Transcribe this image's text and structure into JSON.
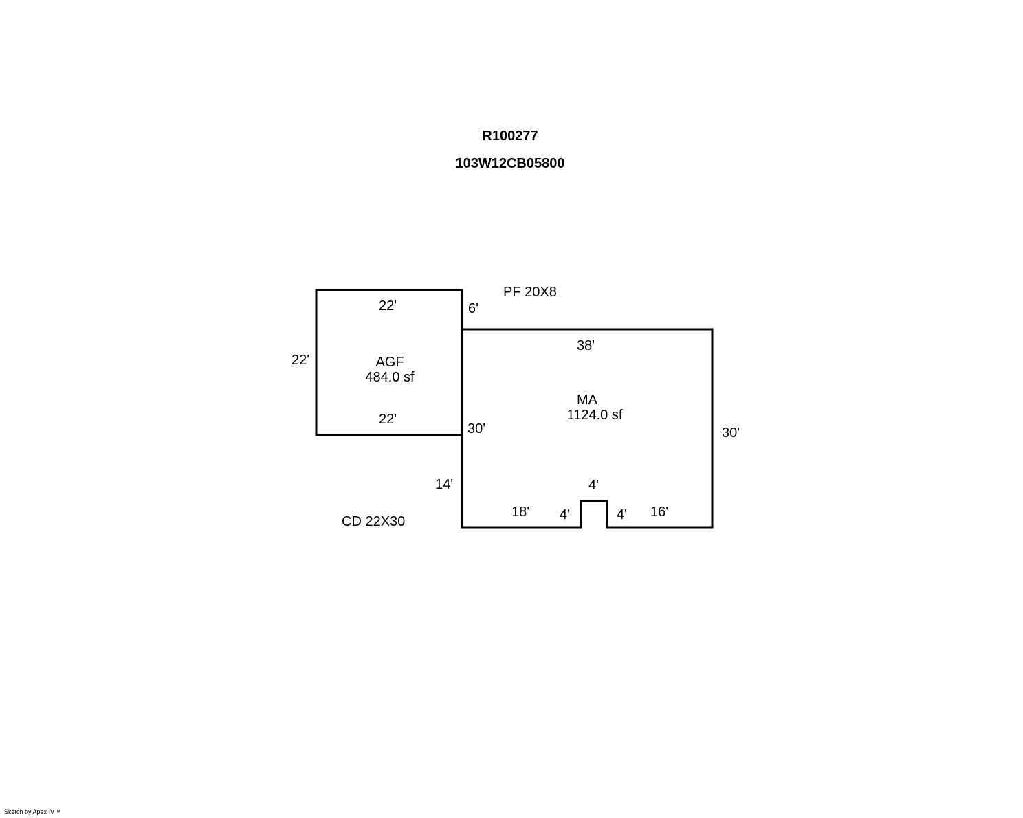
{
  "header": {
    "parcel_id": "R100277",
    "map_number": "103W12CB05800"
  },
  "areas": {
    "agf": {
      "code": "AGF",
      "size": "484.0 sf"
    },
    "ma": {
      "code": "MA",
      "size": "1124.0 sf"
    }
  },
  "notes": {
    "porch": "PF 20X8",
    "deck": "CD 22X30"
  },
  "dimensions": {
    "agf_top": "22'",
    "agf_left": "22'",
    "agf_bottom": "22'",
    "offset_top": "6'",
    "ma_top": "38'",
    "ma_left_upper": "30'",
    "ma_right": "30'",
    "ma_left_lower": "14'",
    "notch_top": "4'",
    "bottom_left": "18'",
    "notch_left": "4'",
    "notch_right": "4'",
    "bottom_right": "16'"
  },
  "footer": {
    "credit": "Sketch by Apex IV™"
  },
  "colors": {
    "line": "#000000",
    "background": "#ffffff"
  }
}
